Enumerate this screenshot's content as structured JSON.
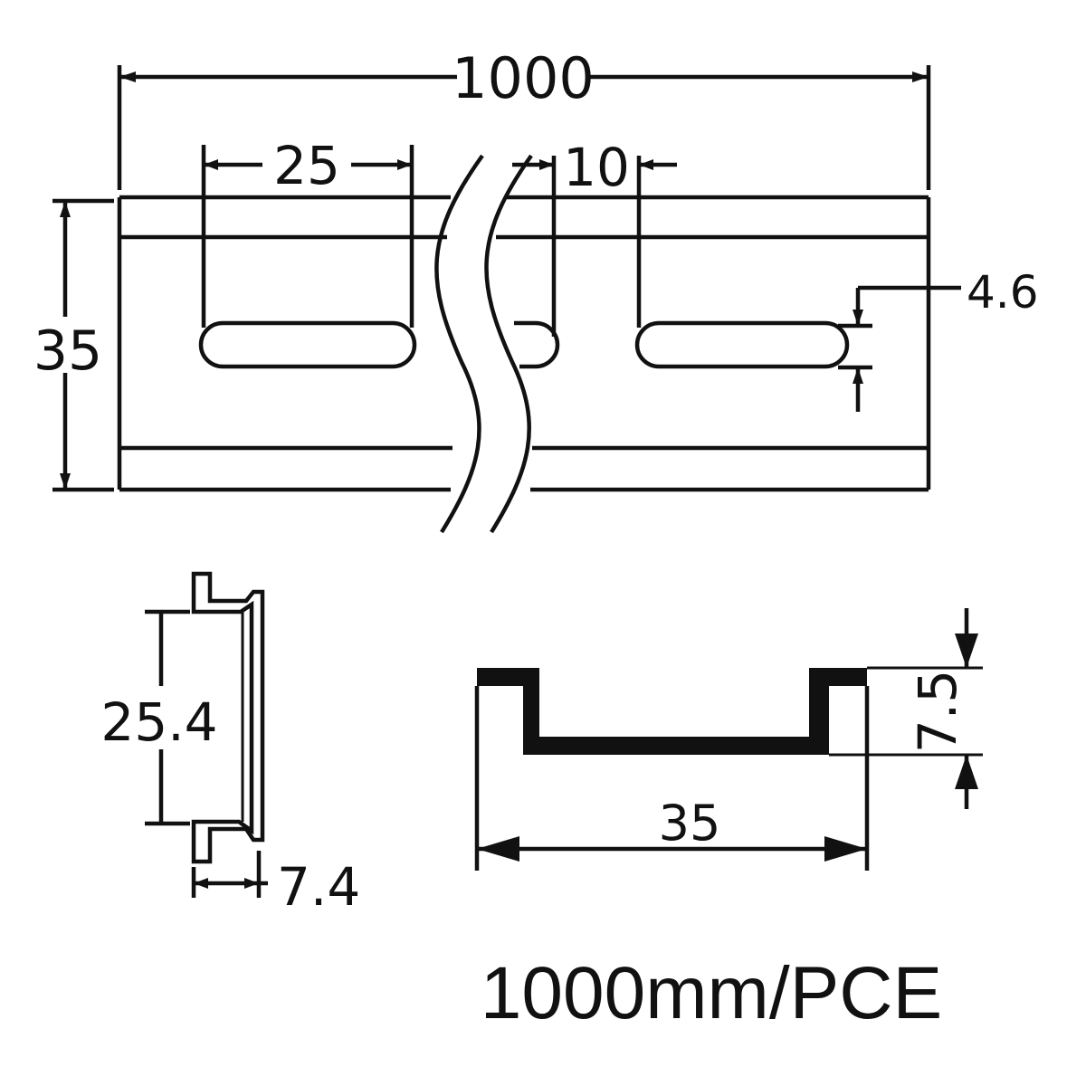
{
  "top_view": {
    "length_label": "1000",
    "slot_pitch_label": "25",
    "gap_label": "10",
    "slot_width_label": "4.6",
    "height_label": "35"
  },
  "side_view": {
    "height_label": "25.4",
    "depth_label": "7.4"
  },
  "profile_view": {
    "width_label": "35",
    "depth_label": "7.5"
  },
  "caption": "1000mm/PCE"
}
